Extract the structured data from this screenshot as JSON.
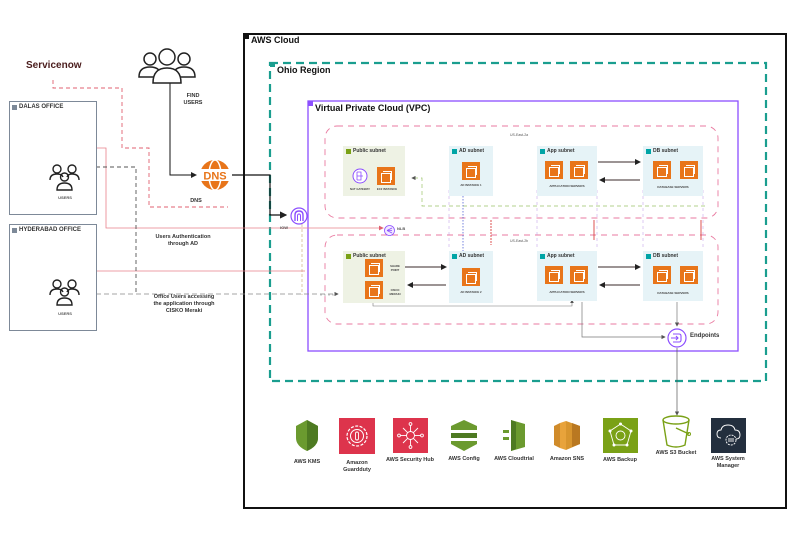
{
  "external": {
    "servicenow_logo": "Servicenow",
    "find_users_label": "FIND USERS",
    "dns_label": "DNS",
    "dns_icon_text": "DNS",
    "offices": [
      {
        "name": "DALAS OFFICE",
        "users_label": "USERS"
      },
      {
        "name": "HYDERABAD OFFICE",
        "users_label": "USERS"
      }
    ],
    "annotations": {
      "auth": "Users Authentication through AD",
      "meraki": "Office Users accessing the application through CISKO Meraki"
    }
  },
  "aws": {
    "cloud_title": "AWS Cloud",
    "region_title": "Ohio Region",
    "vpc_title": "Virtual Private Cloud (VPC)",
    "igw_label": "IGW",
    "nlb_label": "NLB",
    "endpoints_label": "Endpoints",
    "az_labels": [
      "US-East-2a",
      "US-East-2b"
    ],
    "rows": [
      {
        "public_subnet": {
          "title": "Public subnet",
          "items": [
            "NAT GATEWAY",
            "EC2 INSTANCE"
          ]
        },
        "ad_subnet": {
          "title": "AD subnet",
          "items": [
            "AD INSTANCE 1"
          ]
        },
        "app_subnet": {
          "title": "App subnet",
          "caption": "APPLICATION SERVERS"
        },
        "db_subnet": {
          "title": "DB subnet",
          "caption": "DATABASE SERVERS"
        }
      },
      {
        "public_subnet": {
          "title": "Public subnet",
          "items": [
            "SHARE POINT",
            "CISCO MERAKI"
          ]
        },
        "ad_subnet": {
          "title": "AD subnet",
          "items": [
            "AD INSTANCE 2"
          ]
        },
        "app_subnet": {
          "title": "App subnet",
          "caption": "APPLICATION SERVERS"
        },
        "db_subnet": {
          "title": "DB subnet",
          "caption": "DATABASE SERVERS"
        }
      }
    ],
    "services": [
      {
        "name": "AWS KMS",
        "icon": "kms-icon"
      },
      {
        "name": "Amazon Guardduty",
        "icon": "guardduty-icon"
      },
      {
        "name": "AWS Security Hub",
        "icon": "security-hub-icon"
      },
      {
        "name": "AWS Config",
        "icon": "config-icon"
      },
      {
        "name": "AWS Cloudtrial",
        "icon": "cloudtrail-icon"
      },
      {
        "name": "Amazon SNS",
        "icon": "sns-icon"
      },
      {
        "name": "AWS Backup",
        "icon": "backup-icon"
      },
      {
        "name": "AWS S3 Bucket",
        "icon": "s3-bucket-icon"
      },
      {
        "name": "AWS System Manager",
        "icon": "systems-manager-icon"
      }
    ]
  },
  "colors": {
    "aws_orange": "#e8751a",
    "region_teal": "#1a9e8f",
    "vpc_purple": "#8c4fff",
    "az_pink": "#e97aa0",
    "security_red": "#dd344c",
    "green": "#7aa116",
    "dark_navy": "#232f3e"
  }
}
